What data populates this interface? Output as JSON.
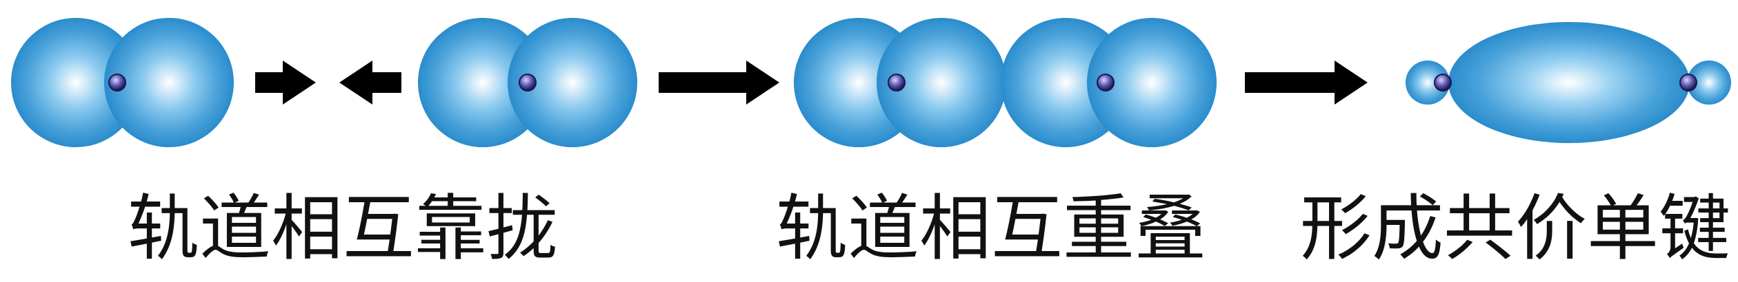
{
  "colors": {
    "orbital_outer": "#2a8ccc",
    "orbital_mid": "#5fb0e2",
    "orbital_highlight": "#ffffff",
    "nucleus_core": "#c9c6ff",
    "nucleus_edge": "#1c1850",
    "arrow": "#000000",
    "text": "#111111"
  },
  "icons": {
    "arrow_right": "arrow-right-icon",
    "arrow_left": "arrow-left-icon"
  },
  "captions": {
    "approach": "轨道相互靠拢",
    "overlap": "轨道相互重叠",
    "bond": "形成共价单键"
  }
}
